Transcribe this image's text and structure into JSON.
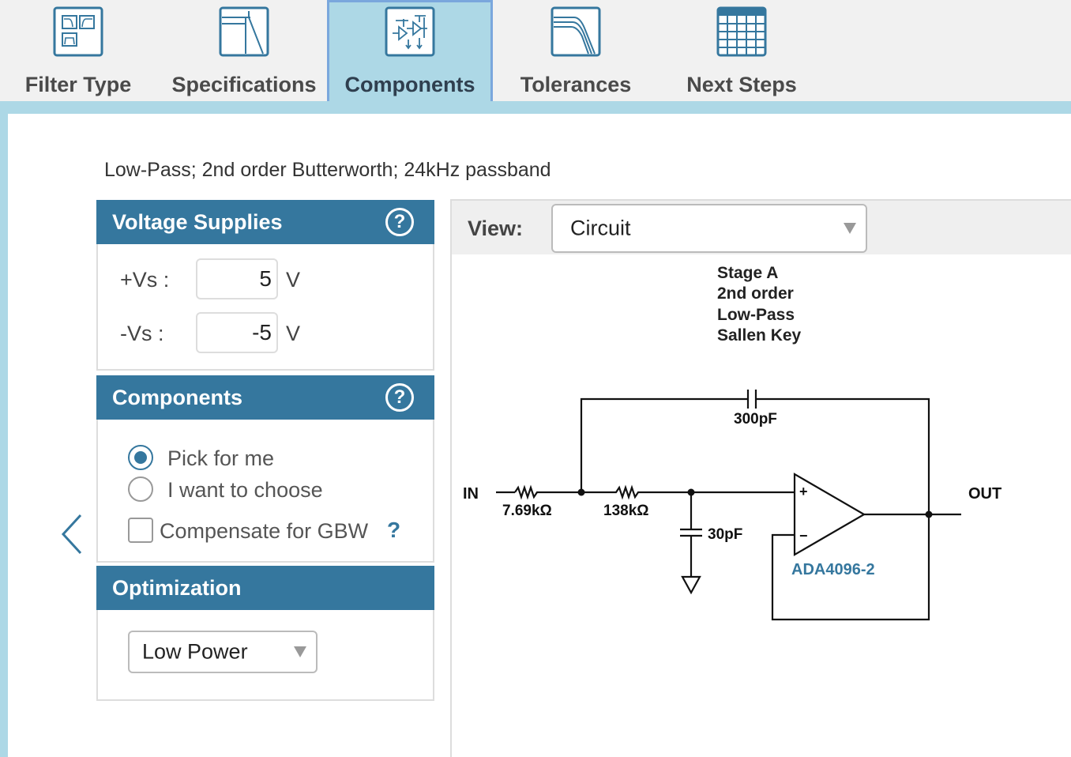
{
  "tabs": [
    {
      "label": "Filter Type",
      "icon": "filter-type-icon",
      "active": false
    },
    {
      "label": "Specifications",
      "icon": "specifications-icon",
      "active": false
    },
    {
      "label": "Components",
      "icon": "components-icon",
      "active": true
    },
    {
      "label": "Tolerances",
      "icon": "tolerances-icon",
      "active": false
    },
    {
      "label": "Next Steps",
      "icon": "next-steps-icon",
      "active": false
    }
  ],
  "subtitle": "Low-Pass; 2nd order Butterworth; 24kHz passband",
  "voltage_supplies": {
    "title": "Voltage Supplies",
    "help": "?",
    "pos_label": "+Vs :",
    "pos_value": "5",
    "neg_label": "-Vs :",
    "neg_value": "-5",
    "unit": "V"
  },
  "components_panel": {
    "title": "Components",
    "help": "?",
    "option_pick": "Pick for me",
    "option_choose": "I want to choose",
    "selected": "Pick for me",
    "compensate_label": "Compensate for GBW",
    "compensate_checked": false,
    "compensate_help": "?"
  },
  "optimization": {
    "title": "Optimization",
    "value": "Low Power"
  },
  "view": {
    "label": "View:",
    "value": "Circuit"
  },
  "circuit": {
    "stage_title": [
      "Stage A",
      "2nd order",
      "Low-Pass",
      "Sallen Key"
    ],
    "input_label": "IN",
    "output_label": "OUT",
    "r1": "7.69kΩ",
    "r2": "138kΩ",
    "c_feedback": "300pF",
    "c_ground": "30pF",
    "opamp": "ADA4096-2",
    "plus": "+",
    "minus": "−",
    "opamp_label_color": "#35779e"
  },
  "colors": {
    "accent": "#35779e",
    "tab_bar": "#f1f1f1",
    "active_tab": "#add8e6",
    "active_tab_border": "#7aa7dd"
  }
}
